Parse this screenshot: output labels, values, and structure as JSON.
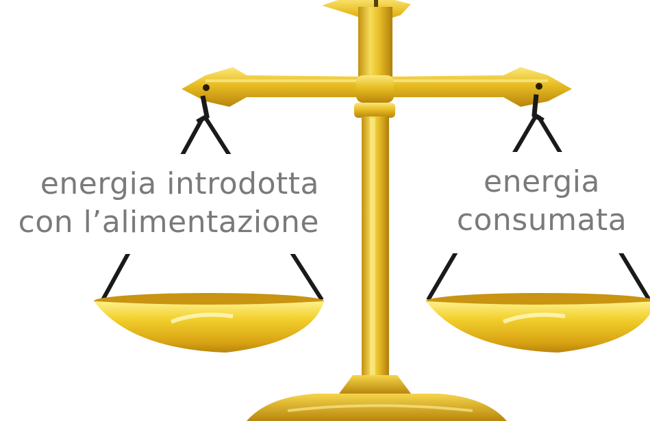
{
  "diagram": {
    "left_label": {
      "line1": "energia introdotta",
      "line2": "con l’alimentazione"
    },
    "right_label": {
      "line1": "energia",
      "line2": "consumata"
    }
  },
  "colors": {
    "gold_light": "#f4d84a",
    "gold_mid": "#e0b21a",
    "gold_dark": "#b07f0a",
    "chain": "#1a1a1a",
    "text": "#7a7a7a"
  }
}
